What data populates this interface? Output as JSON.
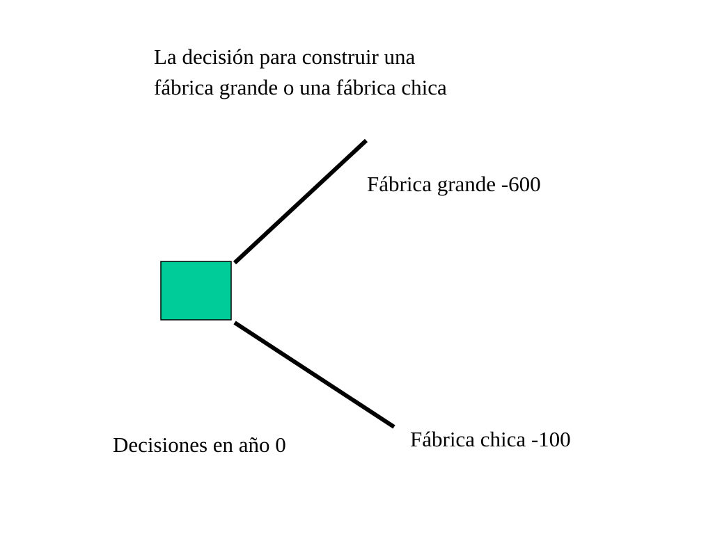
{
  "title": {
    "line1": "La decisión para construir una",
    "line2": "fábrica grande o una fábrica chica"
  },
  "branches": {
    "large": "Fábrica grande -600",
    "small": "Fábrica chica -100"
  },
  "decision_label": "Decisiones en año 0",
  "colors": {
    "decision_node": "#00CC99",
    "line": "#000000"
  }
}
